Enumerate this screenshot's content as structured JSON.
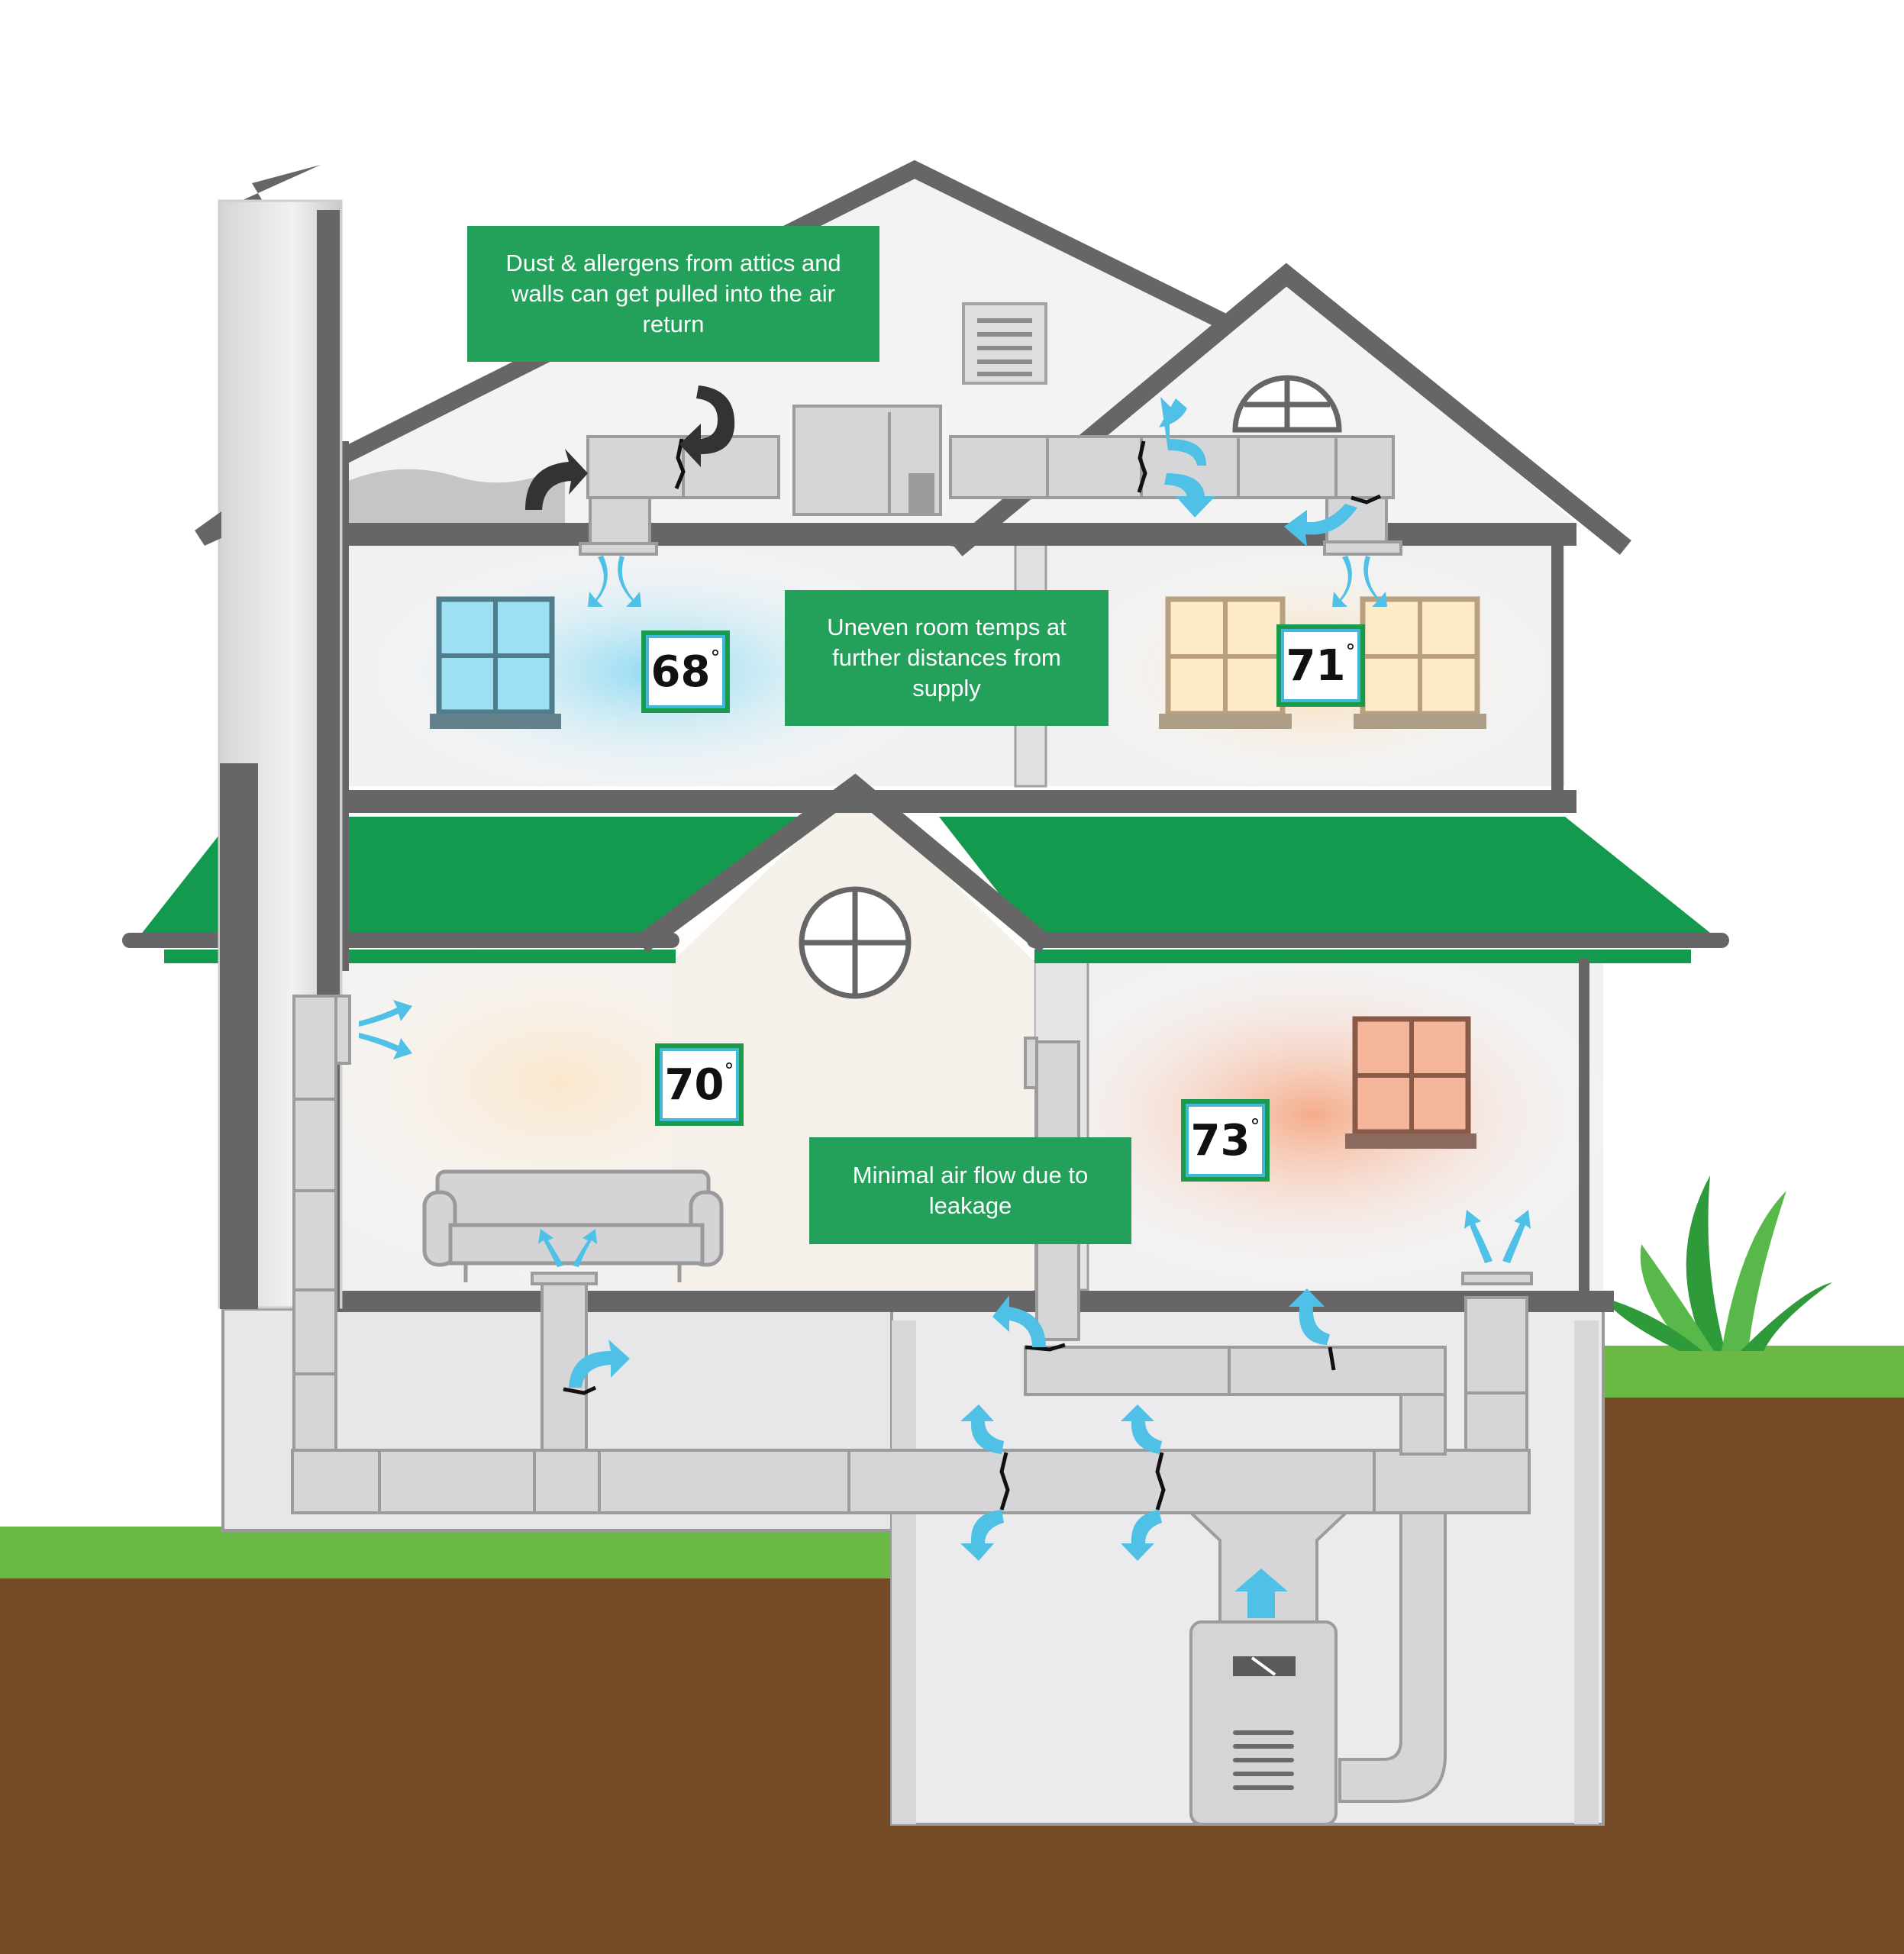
{
  "callouts": {
    "attic": "Dust & allergens from attics and walls can get pulled into the air return",
    "uneven": "Uneven room temps at further distances from supply",
    "leakage": "Minimal air flow due to leakage"
  },
  "thermostats": {
    "upper_left": "68",
    "upper_right": "71",
    "main_left": "70",
    "main_right": "73",
    "degree_symbol": "°"
  },
  "colors": {
    "callout_green": "#23a05a",
    "roof_green": "#149a4e",
    "wall_gray": "#666666",
    "duct_gray": "#d6d6d8",
    "airflow_blue": "#4fc0e6",
    "return_air_dark": "#333333",
    "grass": "#6ab945",
    "soil": "#744b26",
    "cool_room": "#9fe0f3",
    "warm_room": "#f8d7a8",
    "hot_room": "#f6b493"
  },
  "icons": [
    "airflow-arrow-icon",
    "return-air-arrow-icon",
    "leak-crack-icon",
    "furnace-icon",
    "vent-grille-icon",
    "window-icon",
    "sofa-icon",
    "grass-plant-icon"
  ]
}
